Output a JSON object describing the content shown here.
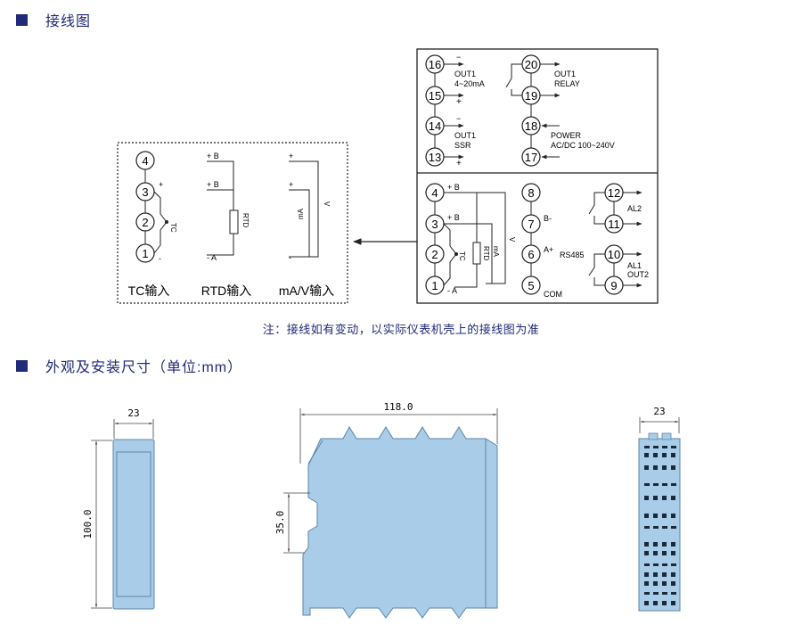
{
  "sections": [
    {
      "title": "接线图"
    },
    {
      "title": "外观及安装尺寸（单位:mm）"
    }
  ],
  "note": "注：接线如有变动，以实际仪表机壳上的接线图为准",
  "input_panel": {
    "terminals": [
      "4",
      "3",
      "2",
      "1"
    ],
    "tc_label": "TC",
    "rtd_label": "RTD",
    "ma_label": "mA",
    "v_label": "V",
    "plus": "+",
    "minus": "-",
    "b": "+ B",
    "a": "- A",
    "captions": [
      "TC输入",
      "RTD输入",
      "mA/V输入"
    ]
  },
  "terminal_block_top": {
    "left_terminals": [
      "16",
      "15",
      "14",
      "13"
    ],
    "right_terminals": [
      "20",
      "19",
      "18",
      "17"
    ],
    "out1_analog": [
      "OUT1",
      "4~20mA"
    ],
    "out1_ssr": [
      "OUT1",
      "SSR"
    ],
    "out1_relay": [
      "OUT1",
      "RELAY"
    ],
    "power": [
      "POWER",
      "AC/DC 100~240V"
    ],
    "plus": "+",
    "minus": "−"
  },
  "terminal_block_bottom": {
    "col1": [
      "4",
      "3",
      "2",
      "1"
    ],
    "col2": [
      "8",
      "7",
      "6",
      "5"
    ],
    "col3": [
      "12",
      "11",
      "10",
      "9"
    ],
    "b_plus": "+ B",
    "b_plus2": "+ B",
    "a_minus": "- A",
    "tc": "TC",
    "rtd": "RTD",
    "ma": "mA",
    "v": "V",
    "b_minus": "B-",
    "a_plus": "A+",
    "rs485": "RS485",
    "com": "COM",
    "al2": "AL2",
    "al1": "AL1",
    "out2": "OUT2"
  },
  "dimensions": {
    "front_width": "23",
    "front_height": "100.0",
    "side_length": "118.0",
    "rail_height": "35.0",
    "terminal_width": "23"
  },
  "colors": {
    "accent": "#1f2a78",
    "device_fill": "#a9cde8",
    "device_stroke": "#5a86a8",
    "line": "#222222"
  }
}
